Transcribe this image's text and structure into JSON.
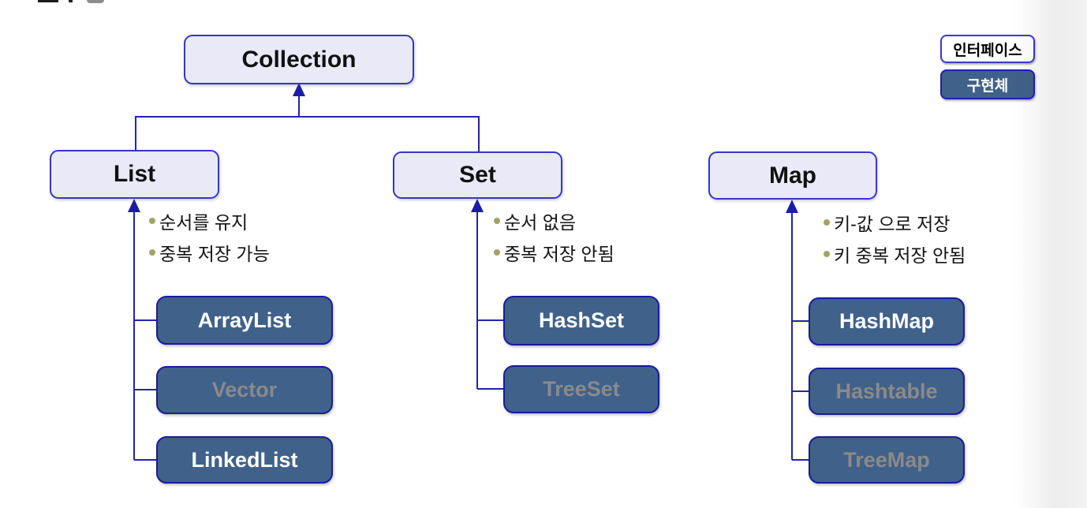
{
  "colors": {
    "interface_fill": "#e9e9f8",
    "interface_border": "#3737c8",
    "implementation_fill": "#406189",
    "implementation_border": "#1b1b9e",
    "connector": "#2424ac",
    "bullet": "#a3a368",
    "dimmed_text": "#8a8a8a"
  },
  "diagram": {
    "root": {
      "label": "Collection"
    },
    "groups": [
      {
        "interface": {
          "label": "List"
        },
        "notes": [
          "순서를 유지",
          "중복 저장 가능"
        ],
        "implementations": [
          {
            "label": "ArrayList",
            "dimmed": false
          },
          {
            "label": "Vector",
            "dimmed": true
          },
          {
            "label": "LinkedList",
            "dimmed": false
          }
        ]
      },
      {
        "interface": {
          "label": "Set"
        },
        "notes": [
          "순서 없음",
          "중복 저장 안됨"
        ],
        "implementations": [
          {
            "label": "HashSet",
            "dimmed": false
          },
          {
            "label": "TreeSet",
            "dimmed": true
          }
        ]
      },
      {
        "interface": {
          "label": "Map"
        },
        "notes": [
          "키-값 으로 저장",
          "키 중복 저장 안됨"
        ],
        "implementations": [
          {
            "label": "HashMap",
            "dimmed": false
          },
          {
            "label": "Hashtable",
            "dimmed": true
          },
          {
            "label": "TreeMap",
            "dimmed": true
          }
        ]
      }
    ],
    "legend": [
      {
        "label": "인터페이스",
        "style": "interface"
      },
      {
        "label": "구현체",
        "style": "implementation"
      }
    ]
  }
}
